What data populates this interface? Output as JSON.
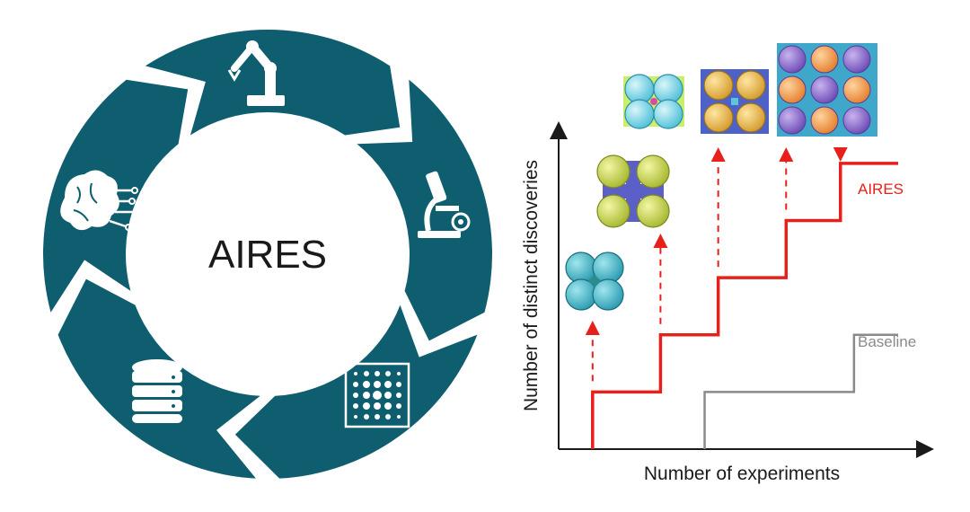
{
  "cycle": {
    "center_label": "AIRES",
    "segment_color": "#0f5e70",
    "stages": [
      {
        "icon": "robot-arm-icon"
      },
      {
        "icon": "microscope-icon"
      },
      {
        "icon": "diffraction-pattern-icon"
      },
      {
        "icon": "database-icon"
      },
      {
        "icon": "ai-brain-icon"
      }
    ]
  },
  "chart_data": {
    "type": "line",
    "xlabel": "Number of experiments",
    "ylabel": "Number of distinct discoveries",
    "series": [
      {
        "name": "AIRES",
        "color": "#e8201b",
        "steps": [
          [
            1,
            1
          ],
          [
            3,
            2
          ],
          [
            4.7,
            3
          ],
          [
            6.7,
            4
          ],
          [
            8.3,
            5
          ],
          [
            10,
            5
          ]
        ]
      },
      {
        "name": "Baseline",
        "color": "#8a8a8a",
        "steps": [
          [
            4.3,
            1
          ],
          [
            8.7,
            2
          ],
          [
            10,
            2
          ]
        ]
      }
    ],
    "discoveries_marked": [
      {
        "at_step": 1,
        "structure_icon": "crystal-structure-icon"
      },
      {
        "at_step": 2,
        "structure_icon": "crystal-structure-icon"
      },
      {
        "at_step": 3,
        "structure_icon": "crystal-structure-icon"
      },
      {
        "at_step": 4,
        "structure_icon": "crystal-structure-icon"
      },
      {
        "at_step": 5,
        "structure_icon": "crystal-structure-icon"
      }
    ]
  }
}
